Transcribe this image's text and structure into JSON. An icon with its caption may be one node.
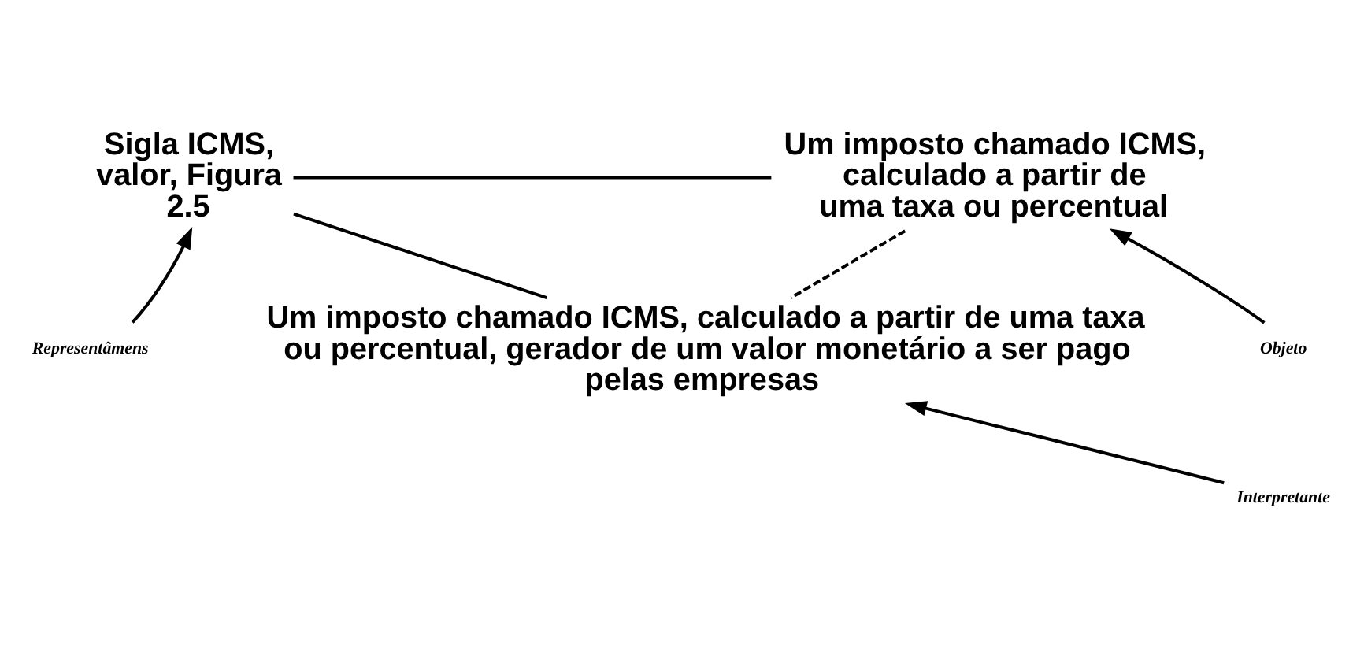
{
  "diagram": {
    "nodes": [
      {
        "text": [
          "Sigla ICMS, valor, Figura 2.5"
        ]
      },
      {
        "text": [
          "Um imposto chamado ICMS, calculado a partir de uma taxa ou percentual"
        ]
      },
      {
        "text": [
          "Um imposto chamado ICMS, calculado a partir de uma taxa ou percentual, gerador de um valor monetário a ser pago pelas empresas"
        ]
      },
      {
        "text": [
          "Representâmens"
        ]
      },
      {
        "text": [
          "Objeto"
        ]
      },
      {
        "text": [
          "Interpretante"
        ]
      }
    ],
    "edges": [
      {
        "from": 0,
        "to": 1,
        "arrow": "none"
      },
      {
        "from": 0,
        "to": 2,
        "arrow": "none"
      },
      {
        "from": 1,
        "to": 2,
        "arrow": "none",
        "style": "dashed"
      },
      {
        "from": 3,
        "to": 0,
        "arrow": "to"
      },
      {
        "from": 4,
        "to": 1,
        "arrow": "to"
      },
      {
        "from": 5,
        "to": 2,
        "arrow": "to"
      }
    ]
  }
}
